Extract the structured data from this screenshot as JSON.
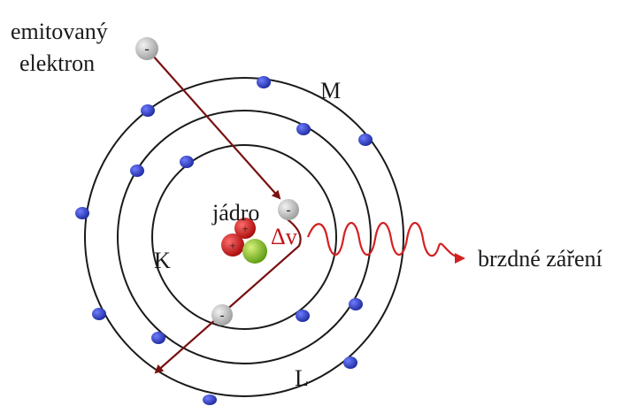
{
  "labels": {
    "emitted_line1": "emitovaný",
    "emitted_line2": "elektron",
    "nucleus": "jádro",
    "delta_v": "Δv",
    "shell_k": "K",
    "shell_l": "L",
    "shell_m": "M",
    "bremsstrahlung": "brzdné záření",
    "electron_sign": "-",
    "proton_sign": "+"
  },
  "colors": {
    "orbit": "#1a1a1a",
    "electron": "#2f3fc8",
    "path": "#7a1010",
    "wave": "#d42020",
    "proton": "#d01010",
    "neutron": "#7cbf1a",
    "free_electron": "#c4c4c4"
  },
  "icons": {
    "orbital_electron": "blue-dot",
    "free_electron": "grey-minus-sphere",
    "proton": "red-plus-sphere",
    "neutron": "green-sphere"
  }
}
